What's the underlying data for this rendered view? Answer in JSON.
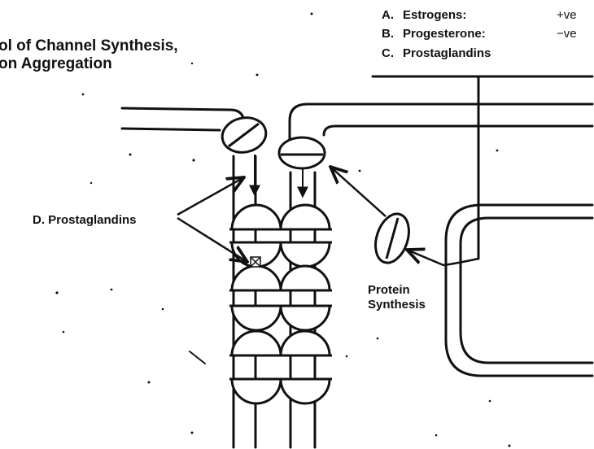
{
  "title": {
    "line1": "ol of Channel Synthesis,",
    "line2": "on Aggregation"
  },
  "legend": [
    {
      "letter": "A.",
      "name": "Estrogens:",
      "effect": "+ve"
    },
    {
      "letter": "B.",
      "name": "Progesterone:",
      "effect": "−ve"
    },
    {
      "letter": "C.",
      "name": "Prostaglandins",
      "effect": ""
    }
  ],
  "labels": {
    "prostaglandins_d": "D.  Prostaglandins",
    "protein_line1": "Protein",
    "protein_line2": "Synthesis"
  },
  "colors": {
    "ink": "#111111",
    "background": "#ffffff"
  }
}
